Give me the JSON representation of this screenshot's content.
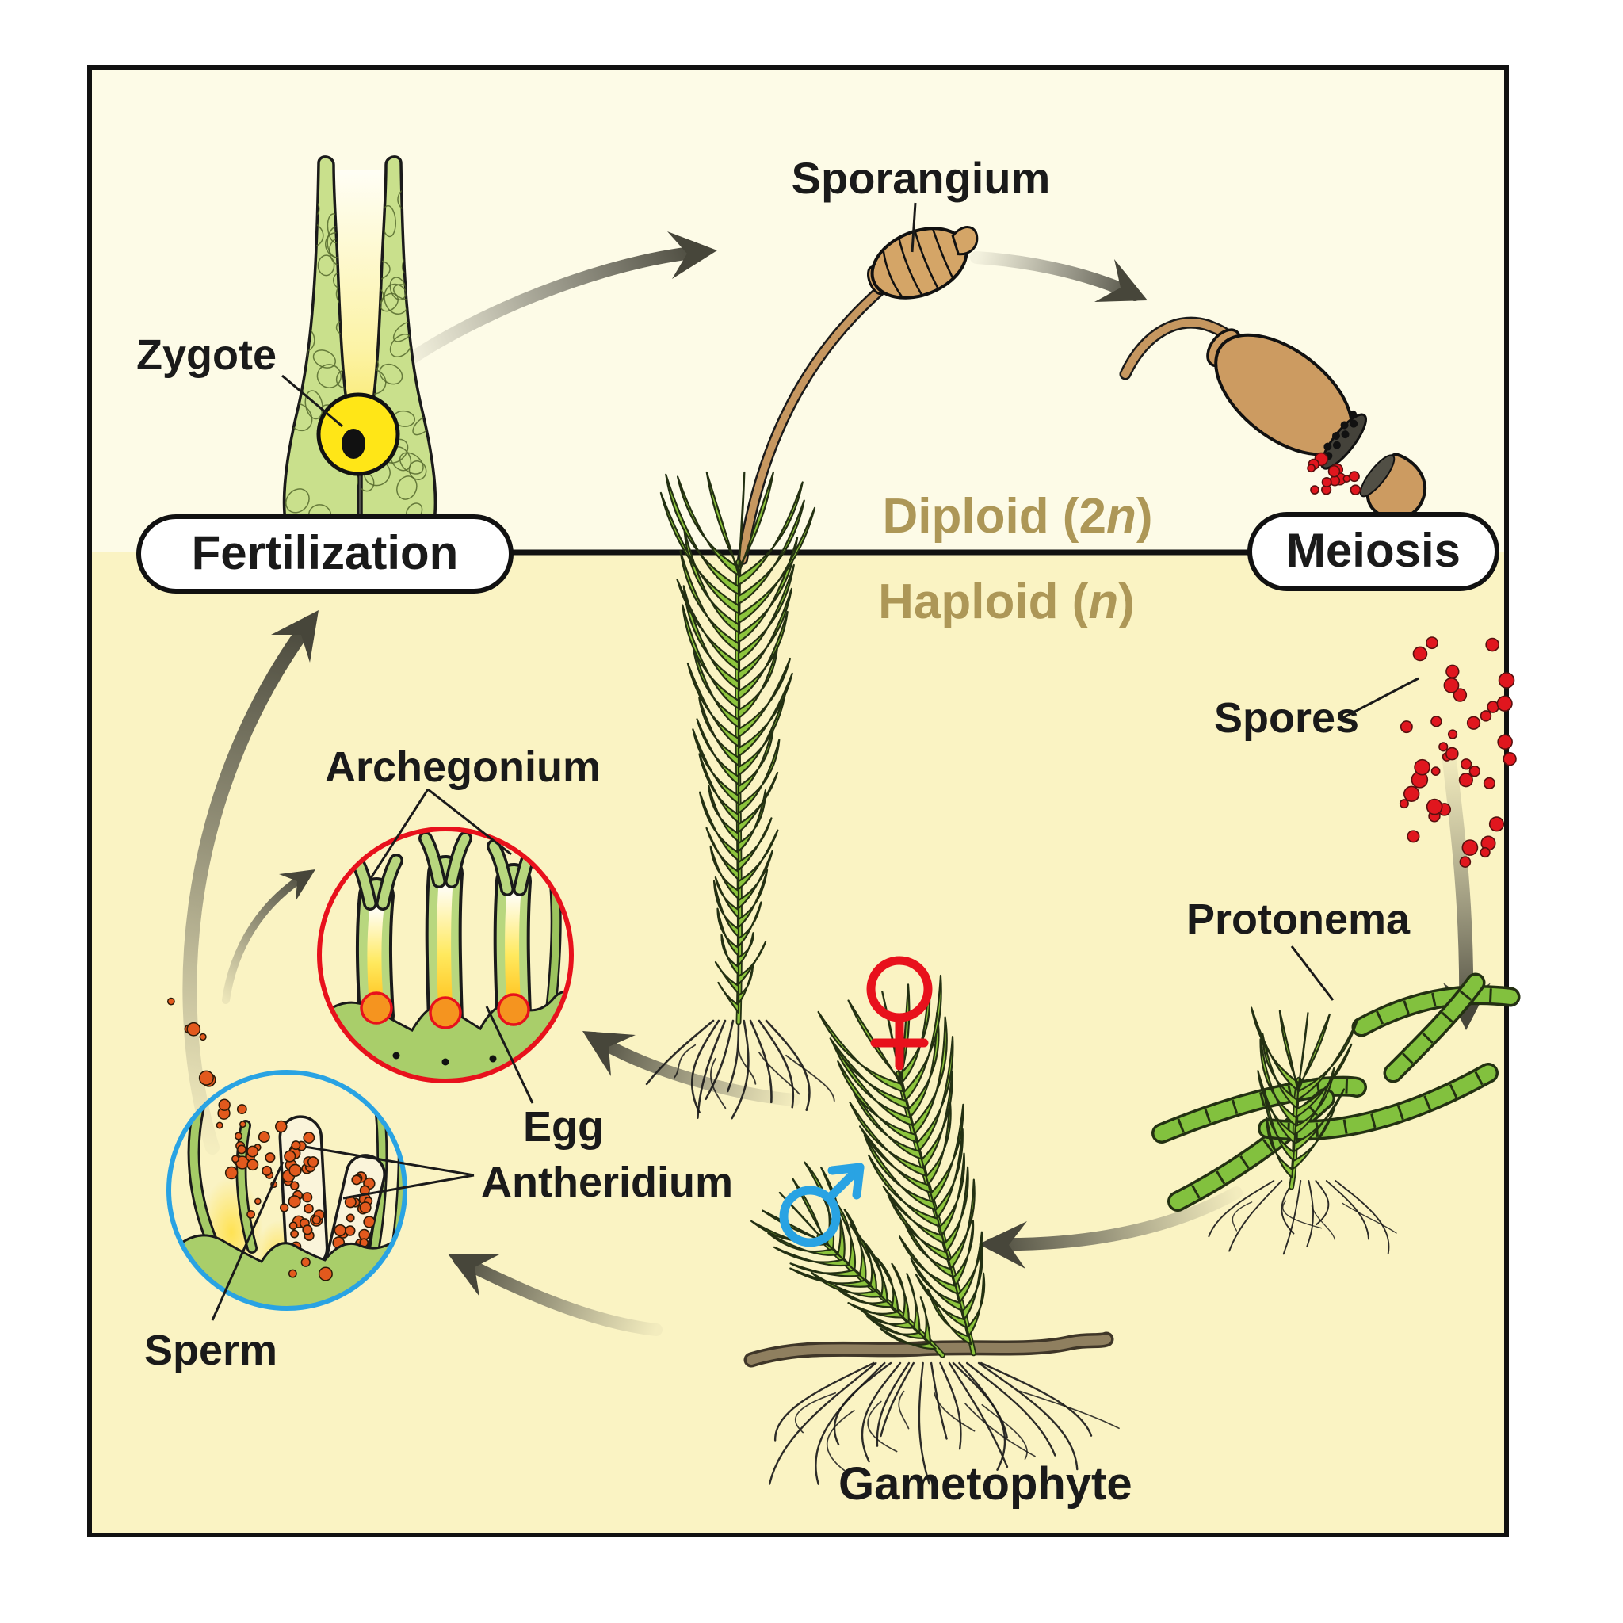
{
  "labels": {
    "zygote": "Zygote",
    "sporangium": "Sporangium",
    "fertilization": "Fertilization",
    "meiosis": "Meiosis",
    "spores": "Spores",
    "protonema": "Protonema",
    "archegonium": "Archegonium",
    "egg": "Egg",
    "antheridium": "Antheridium",
    "sperm": "Sperm",
    "gametophyte": "Gametophyte"
  },
  "ploidy": {
    "diploid_prefix": "Diploid (2",
    "diploid_n": "n",
    "diploid_suffix": ")",
    "haploid_prefix": "Haploid (",
    "haploid_n": "n",
    "haploid_suffix": ")"
  },
  "icons": {
    "female_symbol": "♀",
    "male_symbol": "♂"
  },
  "flow": [
    {
      "from": "Zygote",
      "to": "Sporangium"
    },
    {
      "from": "Sporangium",
      "to": "Spore capsule (Meiosis)"
    },
    {
      "from": "Spores",
      "to": "Protonema"
    },
    {
      "from": "Protonema",
      "to": "Gametophyte"
    },
    {
      "from": "Gametophyte (female)",
      "to": "Archegonium"
    },
    {
      "from": "Gametophyte (male)",
      "to": "Antheridium"
    },
    {
      "from": "Sperm",
      "to": "Archegonium"
    },
    {
      "from": "Sperm",
      "to": "Fertilization"
    }
  ],
  "colors": {
    "background_top_diploid": "#FDFBE7",
    "background_bottom_haploid": "#FAF3C3",
    "frame_and_divider": "#111111",
    "label_text": "#1A1A1A",
    "ploidy_text": "#AD9757",
    "arrow_gray": "#47463A",
    "moss_green": "#8CC43C",
    "pale_cell_green": "#C9E08C",
    "tube_green": "#B8D77E",
    "mound_green": "#A9CE6A",
    "canal_yellow": "#FFC21E",
    "zygote_yellow": "#FFE617",
    "egg_orange": "#F5941F",
    "egg_ring_red": "#E8111C",
    "sperm_orange": "#E2591D",
    "spore_red": "#E0161E",
    "capsule_brown": "#D4A567",
    "stalk_brown": "#C69760",
    "substrate_brown": "#8F7F5F",
    "female_symbol_red": "#E8111C",
    "male_symbol_blue": "#29A3E3",
    "archegonium_circle_red": "#E8111C",
    "antheridium_circle_blue": "#29A3E3",
    "pill_fill": "#FFFFFF"
  }
}
